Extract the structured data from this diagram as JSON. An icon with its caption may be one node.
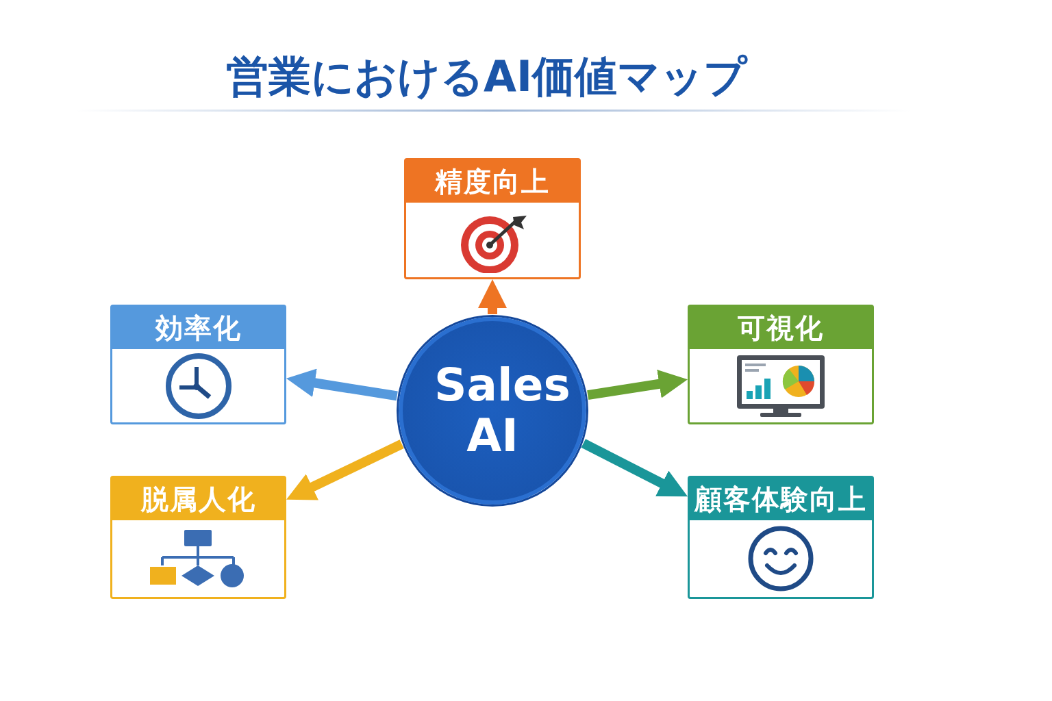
{
  "diagram": {
    "title": "営業におけるAI価値マップ",
    "nodes": [
      {
        "text": [
          "Sales AI"
        ]
      },
      {
        "text": [
          "精度向上"
        ]
      },
      {
        "text": [
          "効率化"
        ]
      },
      {
        "text": [
          "可視化"
        ]
      },
      {
        "text": [
          "脱属人化"
        ]
      },
      {
        "text": [
          "顧客体験向上"
        ]
      }
    ],
    "edges": [
      {
        "from": 0,
        "to": 1,
        "arrow": "to",
        "color": "#ee7423"
      },
      {
        "from": 0,
        "to": 2,
        "arrow": "to",
        "color": "#5599dd"
      },
      {
        "from": 0,
        "to": 3,
        "arrow": "to",
        "color": "#6aa334"
      },
      {
        "from": 0,
        "to": 4,
        "arrow": "to",
        "color": "#f0b11e"
      },
      {
        "from": 0,
        "to": 5,
        "arrow": "to",
        "color": "#1a9699"
      }
    ]
  }
}
